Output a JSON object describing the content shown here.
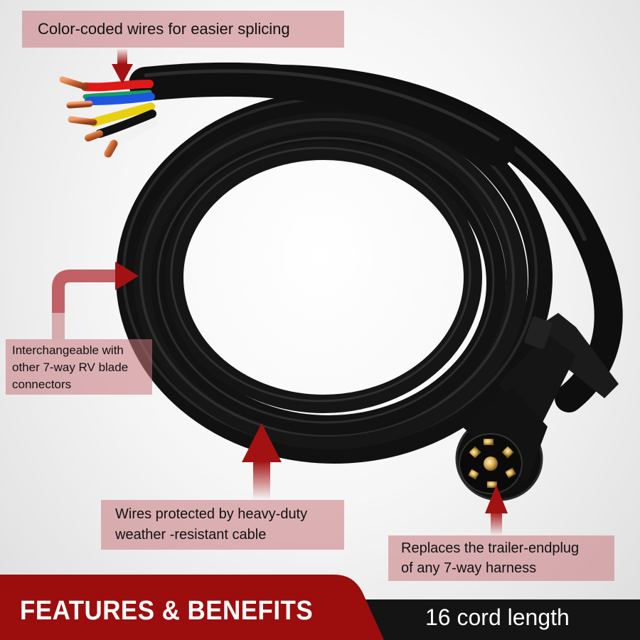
{
  "callouts": {
    "top": "Color-coded wires for easier splicing",
    "left": [
      "Interchangeable with",
      "other 7-way RV blade",
      "connectors"
    ],
    "middle": [
      "Wires protected by heavy-duty",
      "weather -resistant cable"
    ],
    "right": [
      "Replaces the trailer-endplug",
      "of any 7-way harness"
    ]
  },
  "banner": {
    "title": "FEATURES & BENEFITS",
    "subtitle": "16 cord length"
  },
  "icons": {
    "arrows": [
      "arrow-down-to-wires",
      "arrow-bent-right-to-coil",
      "arrow-up-to-cable",
      "arrow-up-to-plug"
    ]
  },
  "colors": {
    "banner_red": "#9c0d0d",
    "banner_black": "#141414",
    "callout_bg": "#d9a3a6",
    "arrow_red": "#a31212",
    "cable": "#1a1a1a"
  },
  "wires": [
    "red",
    "green",
    "blue",
    "yellow",
    "black",
    "white"
  ]
}
